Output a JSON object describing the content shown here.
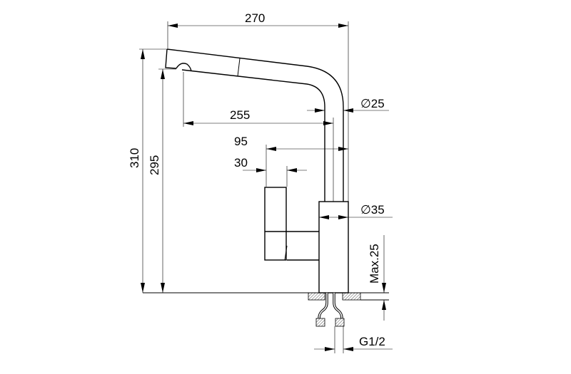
{
  "drawing": {
    "title": "Kitchen faucet dimension drawing",
    "dimensions": {
      "overall_reach": "270",
      "spout_diameter": "∅25",
      "spout_reach": "255",
      "handle_offset": "95",
      "handle_width": "30",
      "body_diameter": "∅35",
      "overall_height": "310",
      "spout_height": "295",
      "max_counter_thickness": "Max.25",
      "connection_thread": "G1/2"
    },
    "colors": {
      "line": "#000000",
      "background": "#ffffff",
      "hatch": "#555555"
    }
  }
}
